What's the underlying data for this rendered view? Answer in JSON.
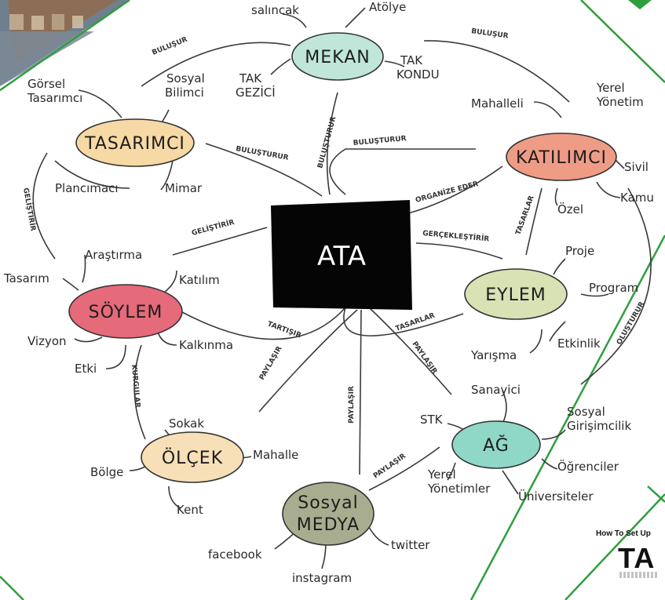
{
  "center": {
    "label": "ATA"
  },
  "nodes": {
    "mekan": "MEKAN",
    "tasarimci": "TASARIMCI",
    "katilimci": "KATILIMCI",
    "soylem": "SÖYLEM",
    "eylem": "EYLEM",
    "olcek": "ÖLÇEK",
    "ag": "AĞ",
    "sosyal_medya_1": "Sosyal",
    "sosyal_medya_2": "MEDYA"
  },
  "leaves": {
    "salincak": "salıncak",
    "atolye": "Atölye",
    "tak_gezici_1": "TAK",
    "tak_gezici_2": "GEZİCİ",
    "tak_kondu_1": "TAK",
    "tak_kondu_2": "KONDU",
    "gorsel_1": "Görsel",
    "gorsel_2": "Tasarımcı",
    "sosyal_bilimci_1": "Sosyal",
    "sosyal_bilimci_2": "Bilimci",
    "plancimaci": "Plancımacı",
    "mimar": "Mimar",
    "yerel_yonetim_1": "Yerel",
    "yerel_yonetim_2": "Yönetim",
    "mahalleli": "Mahalleli",
    "sivil": "Sivil",
    "ozel": "Özel",
    "kamu": "Kamu",
    "arastirma": "Araştırma",
    "tasarim": "Tasarım",
    "katilim": "Katılım",
    "vizyon": "Vizyon",
    "kalkinma": "Kalkınma",
    "etki": "Etki",
    "proje": "Proje",
    "program": "Program",
    "yarisma": "Yarışma",
    "etkinlik": "Etkinlik",
    "sokak": "Sokak",
    "mahalle": "Mahalle",
    "bolge": "Bölge",
    "kent": "Kent",
    "sanayici": "Sanayici",
    "stk": "STK",
    "sosyal_gir_1": "Sosyal",
    "sosyal_gir_2": "Girişimcilik",
    "ogrenciler": "Öğrenciler",
    "yerel_yonetimler_1": "Yerel",
    "yerel_yonetimler_2": "Yönetimler",
    "universiteler": "Üniversiteler",
    "facebook": "facebook",
    "instagram": "instagram",
    "twitter": "twitter"
  },
  "relations": {
    "bulusur_left": "BULUŞUR",
    "bulusur_right": "BULUŞUR",
    "bulusturur_1": "BULUŞTURUR",
    "bulusturur_2": "BULUŞTURUR",
    "bulusturur_3": "BULUŞTURUR",
    "organize_eder": "ORGANİZE EDER",
    "tasarlar_1": "TASARLAR",
    "gelistirir_1": "GELİŞTİRİR",
    "gelistirir_2": "GELİŞTİRİR",
    "gerceklestirir": "GERÇEKLEŞTİRİR",
    "tartisir": "TARTIŞIR",
    "tasarlar_2": "TASARLAR",
    "paylasir_1": "PAYLAŞIR",
    "paylasir_2": "PAYLAŞIR",
    "paylasir_3": "PAYLAŞIR",
    "paylasir_4": "PAYLAŞIR",
    "kurgular": "KURGULAR",
    "olusturur": "OLUŞTURUR"
  },
  "brand": {
    "title": "How To Set Up",
    "logo": "TA"
  },
  "colors": {
    "mekan": "#bfe6d9",
    "tasarimci": "#f6d9a4",
    "katilimci": "#ef9c86",
    "soylem": "#e56a7a",
    "eylem": "#d8e2b5",
    "olcek": "#f7dfb7",
    "ag": "#8fd8c8",
    "sosyal_medya": "#a9ad90",
    "center": "#050505",
    "frame": "#2e9e3e"
  }
}
